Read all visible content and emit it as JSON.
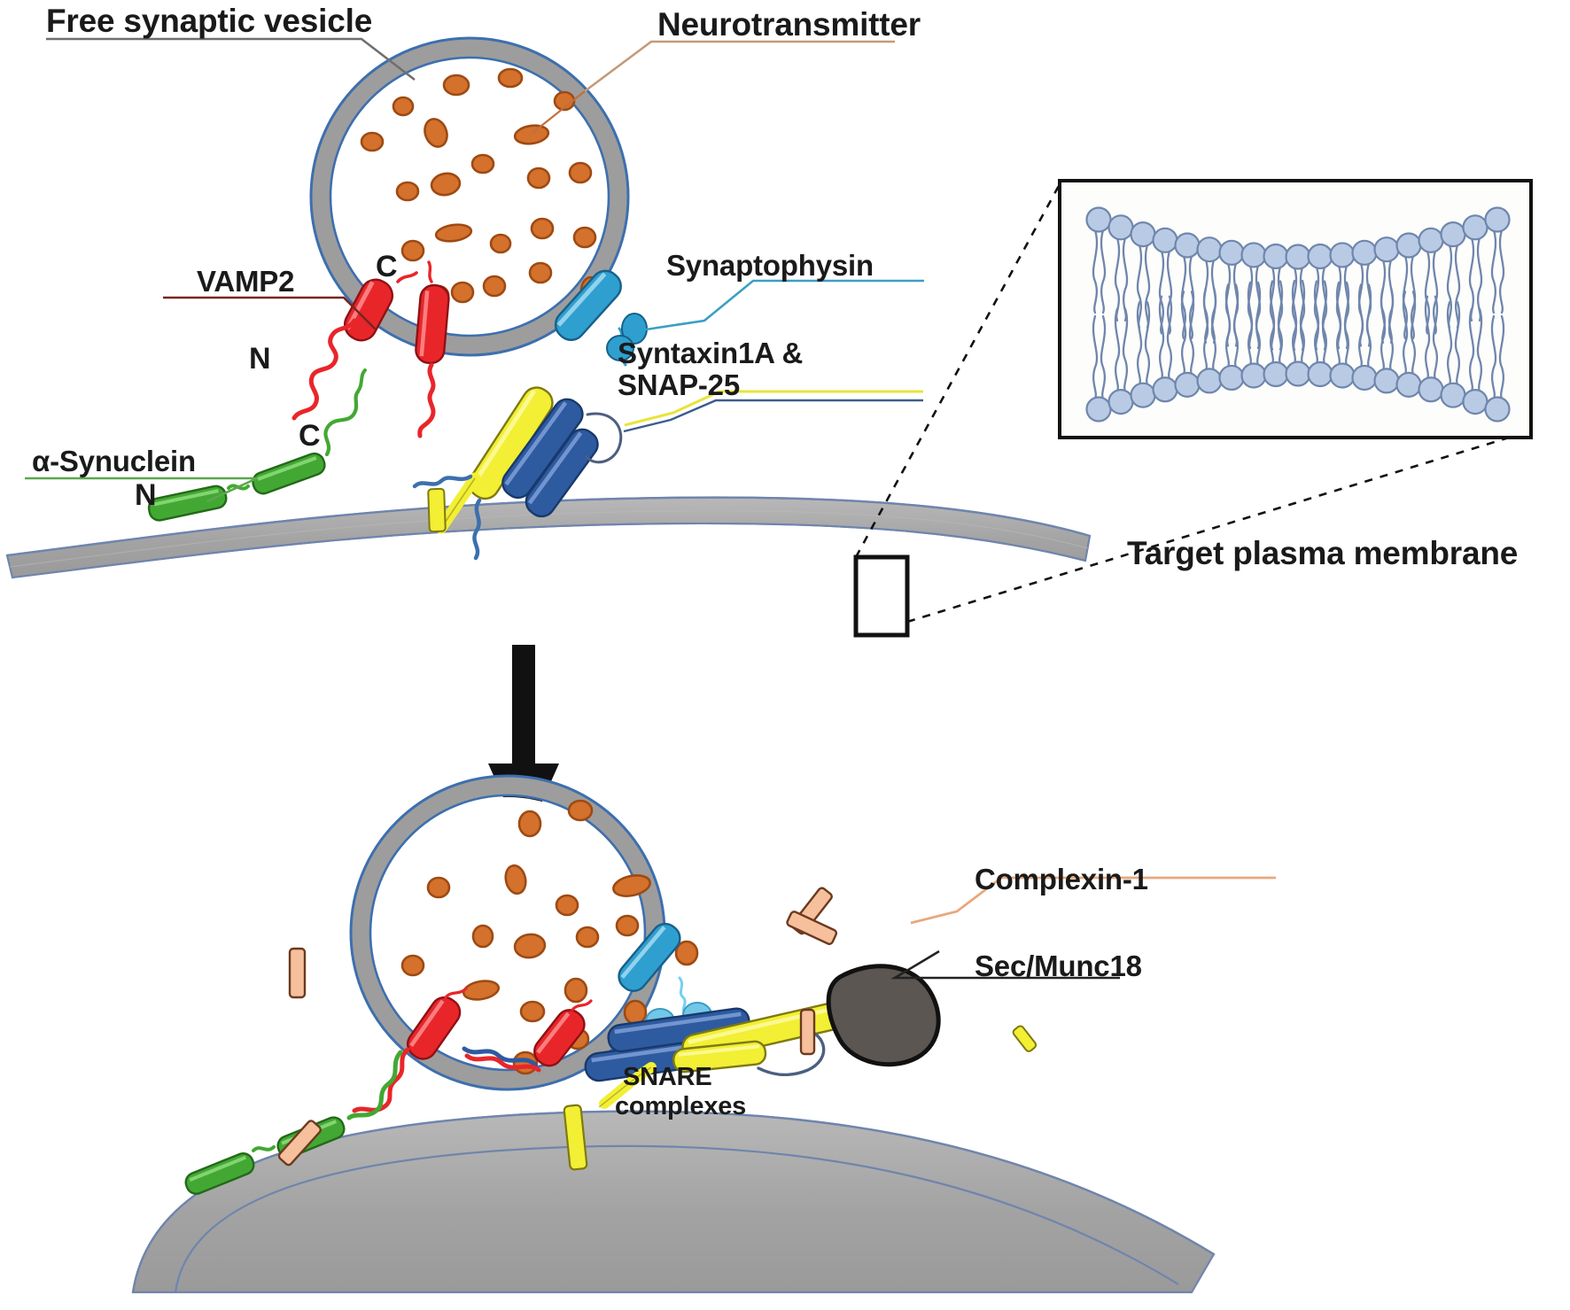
{
  "figure": {
    "type": "biological-schematic",
    "title_visible": false,
    "panels": [
      {
        "id": "top",
        "description": "Free synaptic vesicle docking at target plasma membrane"
      },
      {
        "id": "bottom",
        "description": "Vesicle tethered by SNARE complexes with Complexin-1 and Sec/Munc18"
      }
    ]
  },
  "labels": {
    "free_synaptic_vesicle": "Free synaptic vesicle",
    "neurotransmitter": "Neurotransmitter",
    "vamp2": "VAMP2",
    "synaptophysin": "Synaptophysin",
    "syntaxin_snap_line1": "Syntaxin1A &",
    "syntaxin_snap_line2": "SNAP-25",
    "alpha_synuclein": "α-Synuclein",
    "target_plasma_membrane": "Target plasma membrane",
    "complexin_1": "Complexin-1",
    "sec_munc18": "Sec/Munc18",
    "snare_complexes_line1": "SNARE",
    "snare_complexes_line2": "complexes",
    "terminus_n_vamp2": "N",
    "terminus_c_vamp2": "C",
    "terminus_n_synuclein": "N",
    "terminus_c_synuclein": "C"
  },
  "colors": {
    "vamp2": "#e8262a",
    "alpha_synuclein": "#43a833",
    "synaptophysin": "#2f9fd0",
    "syntaxin1a": "#2e5aa0",
    "snap25": "#f2ef35",
    "neurotransmitter_fill": "#d4712c",
    "neurotransmitter_stroke": "#9e4a13",
    "vesicle_membrane": "#9d9d9d",
    "vesicle_outline": "#3d6fae",
    "plasma_membrane": "#a6a6a6",
    "plasma_membrane_outline": "#6f85ad",
    "complexin": "#f5c09b",
    "complexin_stroke": "#6b3a20",
    "munc18": "#5c5652",
    "lipid_head": "#b9cbe4",
    "lipid_head_stroke": "#6f86ad",
    "lipid_tail": "#6f86ad",
    "text": "#1a1a1a",
    "inset_border": "#111111"
  },
  "inset": {
    "name": "lipid-bilayer-magnification",
    "lipids_per_leaflet": 19,
    "leaflets": 2,
    "border": true
  },
  "counts": {
    "top_vesicle_neurotransmitters": 22,
    "bottom_vesicle_neurotransmitters": 20,
    "complexin_rods_free": 6
  },
  "arrow": {
    "name": "process-arrow",
    "direction": "down"
  }
}
